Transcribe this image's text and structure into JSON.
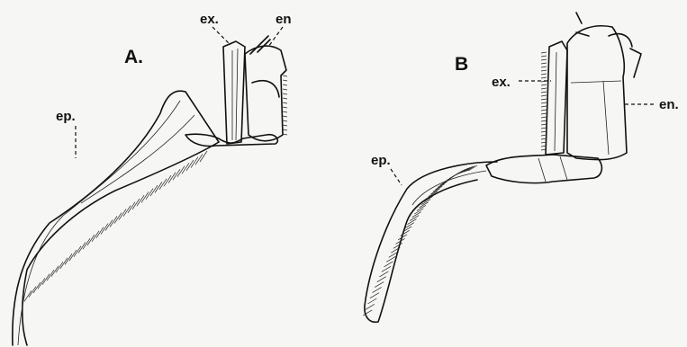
{
  "figure": {
    "panels": [
      {
        "id": "A",
        "label": "A.",
        "parts": [
          {
            "key": "ex",
            "label": "ex."
          },
          {
            "key": "en",
            "label": "en"
          },
          {
            "key": "ep",
            "label": "ep."
          }
        ]
      },
      {
        "id": "B",
        "label": "B",
        "parts": [
          {
            "key": "ex",
            "label": "ex."
          },
          {
            "key": "en",
            "label": "en."
          },
          {
            "key": "ep",
            "label": "ep."
          }
        ]
      }
    ]
  }
}
